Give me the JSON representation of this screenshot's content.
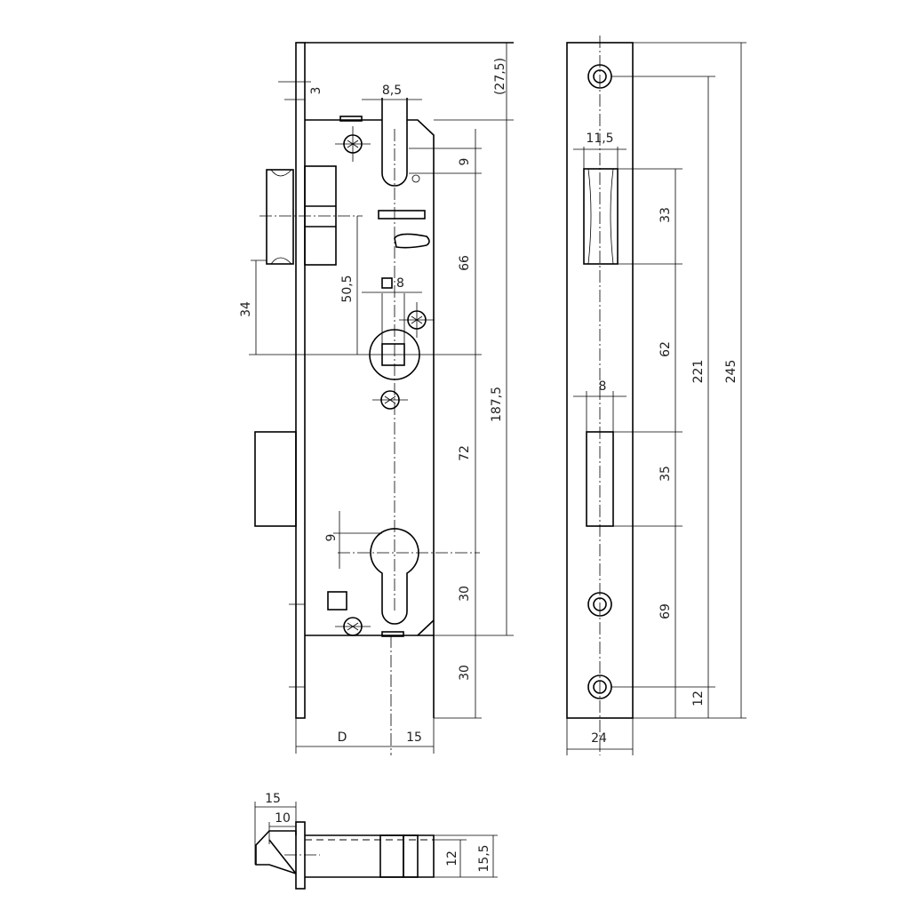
{
  "lock_body": {
    "dim_faceplate_thickness": "3",
    "dim_slot_width": "8,5",
    "dim_top_offset": "(27,5)",
    "dim_slot_gap": "9",
    "dim_upper_to_follower": "66",
    "dim_latch_to_follower": "50,5",
    "dim_follower_square": "8",
    "dim_latch_height": "34",
    "dim_overall_case": "187,5",
    "dim_follower_to_cylinder": "72",
    "dim_cylinder_offset": "9",
    "dim_cylinder_to_bottom": "30",
    "dim_bottom_offset": "30",
    "dim_backset": "D",
    "dim_case_depth": "15"
  },
  "strike_plate": {
    "dim_latch_opening_width": "11,5",
    "dim_latch_opening_height": "33",
    "dim_between_openings": "62",
    "dim_hole_span": "221",
    "dim_overall_height": "245",
    "dim_bolt_opening_width": "8",
    "dim_bolt_opening_height": "35",
    "dim_bolt_to_hole": "69",
    "dim_hole_to_bottom": "12",
    "dim_plate_width": "24"
  },
  "top_view": {
    "dim_latch_projection": "15",
    "dim_latch_bevel": "10",
    "dim_case_inner": "12",
    "dim_case_outer": "15,5"
  }
}
